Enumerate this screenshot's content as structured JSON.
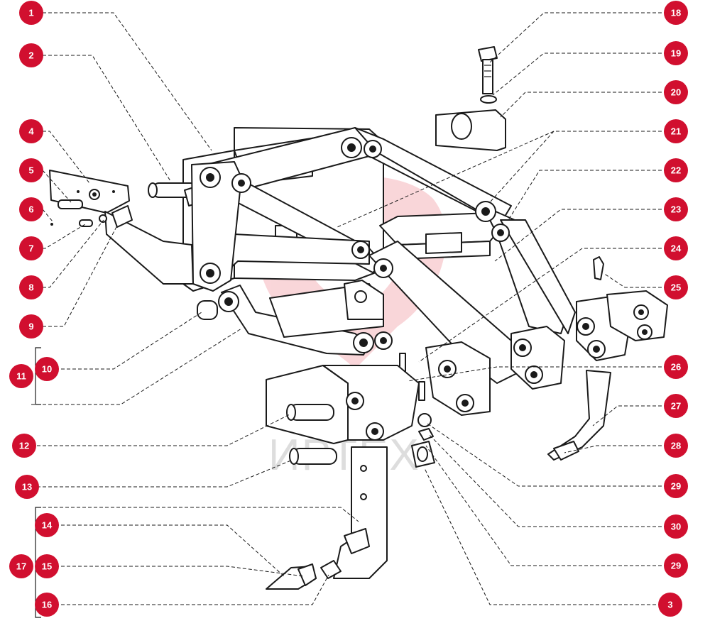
{
  "colors": {
    "callout": "#d10f2f",
    "watermark": "#f3a5ad",
    "line": "#1a1a1a"
  },
  "watermark": {
    "text": "ИРТЕХ"
  },
  "callouts": [
    {
      "label": "1"
    },
    {
      "label": "2"
    },
    {
      "label": "4"
    },
    {
      "label": "5"
    },
    {
      "label": "6"
    },
    {
      "label": "7"
    },
    {
      "label": "8"
    },
    {
      "label": "9"
    },
    {
      "label": "10"
    },
    {
      "label": "11"
    },
    {
      "label": "12"
    },
    {
      "label": "13"
    },
    {
      "label": "14"
    },
    {
      "label": "15"
    },
    {
      "label": "16"
    },
    {
      "label": "17"
    },
    {
      "label": "18"
    },
    {
      "label": "19"
    },
    {
      "label": "20"
    },
    {
      "label": "21"
    },
    {
      "label": "22"
    },
    {
      "label": "23"
    },
    {
      "label": "24"
    },
    {
      "label": "25"
    },
    {
      "label": "26"
    },
    {
      "label": "27"
    },
    {
      "label": "28"
    },
    {
      "label": "29"
    },
    {
      "label": "30"
    },
    {
      "label": "29"
    },
    {
      "label": "3"
    }
  ]
}
